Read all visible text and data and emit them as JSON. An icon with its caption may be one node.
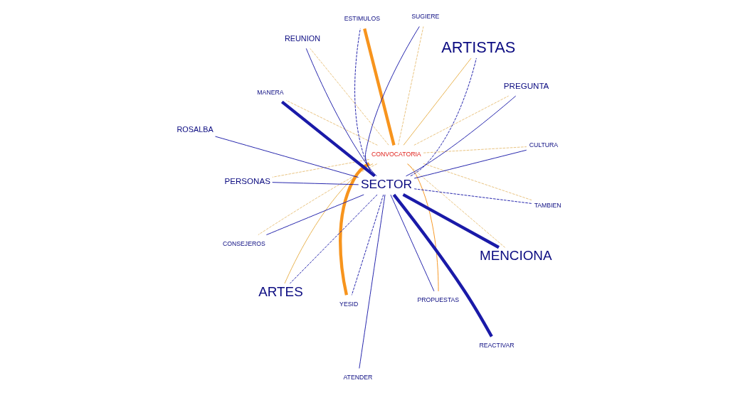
{
  "diagram": {
    "nodes": [
      {
        "text": [
          "CONSEJEROS"
        ]
      },
      {
        "text": [
          "CULTURA"
        ]
      },
      {
        "text": [
          "ATENDER"
        ]
      },
      {
        "text": [
          "ESTIMULOS"
        ]
      },
      {
        "text": [
          "ARTISTAS"
        ]
      },
      {
        "text": [
          "MANERA"
        ]
      },
      {
        "text": [
          "ARTES"
        ]
      },
      {
        "text": [
          "MENCIONA"
        ]
      },
      {
        "text": [
          "YESID"
        ]
      },
      {
        "text": [
          "CONVOCATORIA"
        ]
      },
      {
        "text": [
          "SECTOR"
        ]
      },
      {
        "text": [
          "PERSONAS"
        ]
      },
      {
        "text": [
          "TAMBIEN"
        ]
      },
      {
        "text": [
          "PREGUNTA"
        ]
      },
      {
        "text": [
          "SUGIERE"
        ]
      },
      {
        "text": [
          "PROPUESTAS"
        ]
      },
      {
        "text": [
          "REACTIVAR"
        ]
      },
      {
        "text": [
          "REUNION"
        ]
      },
      {
        "text": [
          "ROSALBA"
        ]
      }
    ],
    "edges": [
      {
        "from": 10,
        "to": 3,
        "arrow": "none",
        "style": "dashed"
      },
      {
        "from": 10,
        "to": 1,
        "arrow": "none"
      },
      {
        "from": 10,
        "to": 0,
        "arrow": "none"
      },
      {
        "from": 10,
        "to": 2,
        "arrow": "none"
      },
      {
        "from": 10,
        "to": 4,
        "arrow": "none",
        "style": "dashed"
      },
      {
        "from": 10,
        "to": 6,
        "arrow": "none",
        "style": "dashed"
      },
      {
        "from": 10,
        "to": 8,
        "arrow": "none",
        "style": "dashed"
      },
      {
        "from": 10,
        "to": 5,
        "arrow": "none",
        "style": "thick"
      },
      {
        "from": 10,
        "to": 7,
        "arrow": "none",
        "style": "thick"
      },
      {
        "from": 10,
        "to": 11,
        "arrow": "none"
      },
      {
        "from": 10,
        "to": 13,
        "arrow": "none"
      },
      {
        "from": 10,
        "to": 15,
        "arrow": "none"
      },
      {
        "from": 10,
        "to": 16,
        "arrow": "none",
        "style": "thick"
      },
      {
        "from": 10,
        "to": 17,
        "arrow": "none"
      },
      {
        "from": 10,
        "to": 18,
        "arrow": "none"
      },
      {
        "from": 10,
        "to": 14,
        "arrow": "none"
      },
      {
        "from": 10,
        "to": 12,
        "arrow": "none",
        "style": "dashed"
      },
      {
        "from": 9,
        "to": 3,
        "arrow": "none",
        "style": "thick",
        "color": "#f7941d"
      },
      {
        "from": 9,
        "to": 1,
        "arrow": "none",
        "style": "dashed",
        "color": "#e8c07a"
      },
      {
        "from": 9,
        "to": 0,
        "arrow": "none",
        "style": "dashed",
        "color": "#e8c07a"
      },
      {
        "from": 9,
        "to": 4,
        "arrow": "none",
        "color": "#e8b04a"
      },
      {
        "from": 9,
        "to": 6,
        "arrow": "none",
        "color": "#e8b04a"
      },
      {
        "from": 9,
        "to": 8,
        "arrow": "none",
        "style": "thick",
        "color": "#f7941d"
      },
      {
        "from": 9,
        "to": 5,
        "arrow": "none",
        "style": "dashed",
        "color": "#e8c07a"
      },
      {
        "from": 9,
        "to": 7,
        "arrow": "none",
        "style": "dashed",
        "color": "#e8c07a"
      },
      {
        "from": 9,
        "to": 11,
        "arrow": "none",
        "style": "dashed",
        "color": "#e8c07a"
      },
      {
        "from": 9,
        "to": 13,
        "arrow": "none",
        "style": "dashed",
        "color": "#e8c07a"
      },
      {
        "from": 9,
        "to": 15,
        "arrow": "none",
        "color": "#f7941d"
      },
      {
        "from": 9,
        "to": 17,
        "arrow": "none",
        "style": "dashed",
        "color": "#e8c07a"
      },
      {
        "from": 9,
        "to": 14,
        "arrow": "none",
        "style": "dashed",
        "color": "#e8c07a"
      },
      {
        "from": 9,
        "to": 12,
        "arrow": "none",
        "style": "dashed",
        "color": "#e8c07a"
      }
    ]
  }
}
